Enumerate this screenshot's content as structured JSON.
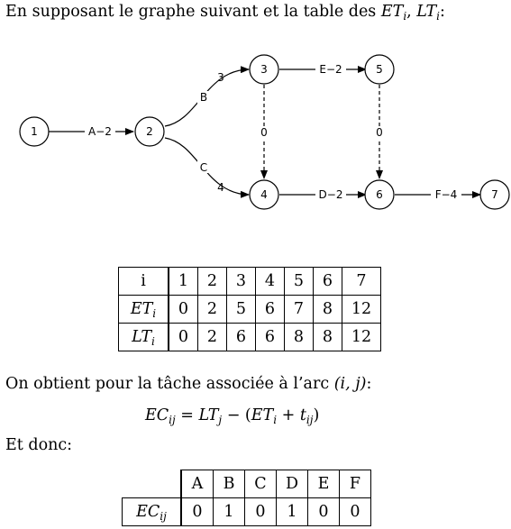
{
  "intro": {
    "text": "En supposant le graphe suivant et la table des ",
    "m1": "ET",
    "s1": "i",
    "comma": ", ",
    "m2": "LT",
    "s2": "i",
    "colon": ":"
  },
  "graph": {
    "nodes": {
      "n1": "1",
      "n2": "2",
      "n3": "3",
      "n4": "4",
      "n5": "5",
      "n6": "6",
      "n7": "7"
    },
    "edges": {
      "A": "A−2",
      "B_letter": "B",
      "B_weight": "3",
      "C_letter": "C",
      "C_weight": "4",
      "E": "E−2",
      "D": "D−2",
      "F": "F−4",
      "dummy_3_4": "0",
      "dummy_5_6": "0"
    }
  },
  "table1": {
    "header": [
      "i",
      "1",
      "2",
      "3",
      "4",
      "5",
      "6",
      "7"
    ],
    "rows": [
      {
        "label": "ET",
        "sub": "i",
        "values": [
          "0",
          "2",
          "5",
          "6",
          "7",
          "8",
          "12"
        ]
      },
      {
        "label": "LT",
        "sub": "i",
        "values": [
          "0",
          "2",
          "6",
          "6",
          "8",
          "8",
          "12"
        ]
      }
    ]
  },
  "sentence2": {
    "text": "On obtient pour la tâche associée à l’arc ",
    "math": "(i, j)",
    "colon": ":"
  },
  "formula": {
    "lhs": "EC",
    "lhs_sub": "ij",
    "eq": " = ",
    "lt": "LT",
    "lt_sub": "j",
    "minus": " − (",
    "et": "ET",
    "et_sub": "i",
    "plus": " + ",
    "t": "t",
    "t_sub": "ij",
    "close": ")"
  },
  "conclusion": "Et donc:",
  "table2": {
    "header": [
      "",
      "A",
      "B",
      "C",
      "D",
      "E",
      "F"
    ],
    "rows": [
      {
        "label": "EC",
        "sub": "ij",
        "values": [
          "0",
          "1",
          "0",
          "1",
          "0",
          "0"
        ]
      }
    ]
  }
}
